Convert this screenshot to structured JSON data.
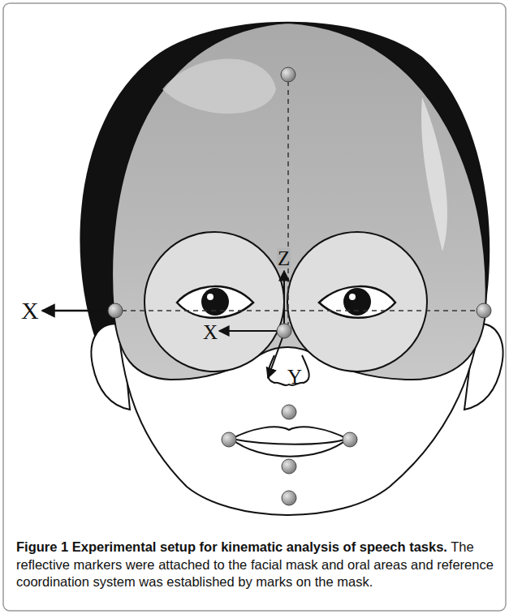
{
  "diagram": {
    "title": "Figure 1 Experimental setup for kinematic analysis of speech tasks.",
    "caption": "The reflective markers were attached to the facial mask and oral areas and reference coordination system was established by marks on the mask.",
    "labels": [
      "X",
      "Z",
      "X",
      "Y"
    ]
  }
}
